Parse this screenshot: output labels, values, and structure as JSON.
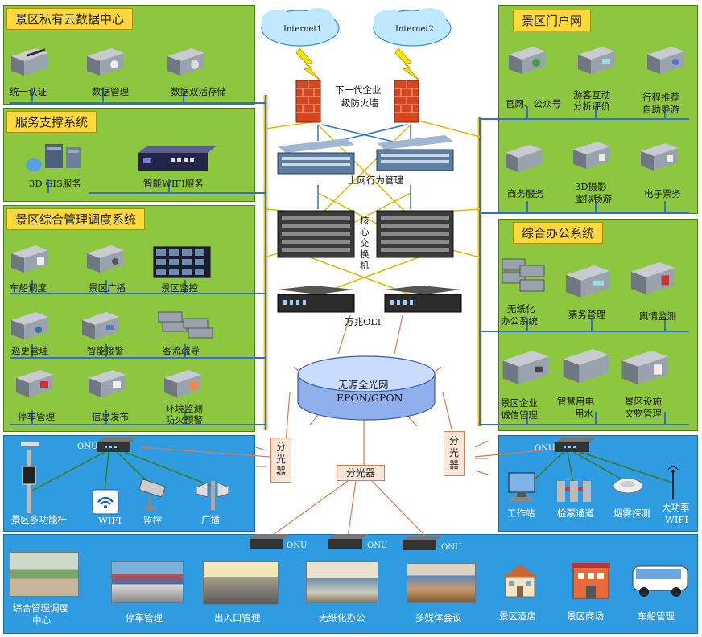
{
  "panels": {
    "private_cloud": {
      "title": "景区私有云数据中心",
      "items": [
        "统一认证",
        "数据管理",
        "数据双活存储"
      ]
    },
    "service_support": {
      "title": "服务支撑系统",
      "items": [
        "3D GIS服务",
        "智能WIFI服务"
      ]
    },
    "management": {
      "title": "景区综合管理调度系统",
      "items": [
        "车船调度",
        "景区广播",
        "景区监控",
        "巡更管理",
        "智能接警",
        "客流疏导",
        "停车管理",
        "信息发布",
        "环境监测",
        "防火预警"
      ]
    },
    "portal": {
      "title": "景区门户网",
      "items": [
        "官网、公众号",
        "游客互动",
        "分析评价",
        "行程推荐",
        "自助导游",
        "商务服务",
        "3D摄影",
        "虚拟畅游",
        "电子票务"
      ]
    },
    "office": {
      "title": "综合办公系统",
      "items": [
        "无纸化",
        "办公系统",
        "票务管理",
        "舆情监测",
        "景区企业",
        "诚信管理",
        "智慧用电",
        "用水",
        "景区设施",
        "文物管理"
      ]
    }
  },
  "core": {
    "internet1": "Internet1",
    "internet2": "Internet2",
    "firewall": [
      "下一代企业",
      "级防火墙"
    ],
    "behavior": "上网行为管理",
    "switch": [
      "核",
      "心",
      "交",
      "换",
      "机"
    ],
    "olt": "万兆OLT",
    "pon": [
      "无源全光网",
      "EPON/GPON"
    ],
    "splitter": [
      "分",
      "光",
      "器"
    ],
    "splitter_h": "分光器"
  },
  "left_bottom": {
    "onu": "ONU",
    "items": [
      "景区多功能杆",
      "WIFI",
      "监控",
      "广播"
    ]
  },
  "right_bottom": {
    "onu": "ONU",
    "items": [
      "工作站",
      "检票通道",
      "烟雾探测",
      "大功率",
      "WIFI"
    ]
  },
  "bottom": {
    "onu": [
      "ONU",
      "ONU",
      "ONU"
    ],
    "items": [
      "综合管理调度",
      "中心",
      "停车管理",
      "出入口管理",
      "无纸化办公",
      "多媒体会议",
      "景区酒店",
      "景区商场",
      "车船管理"
    ]
  },
  "colors": {
    "green_panel": "#8dc63f",
    "blue_panel": "#2f9be0",
    "title_yellow": "#ffd93b",
    "bus_line": "#2f6fd0",
    "link_yellow": "#f5c400"
  }
}
